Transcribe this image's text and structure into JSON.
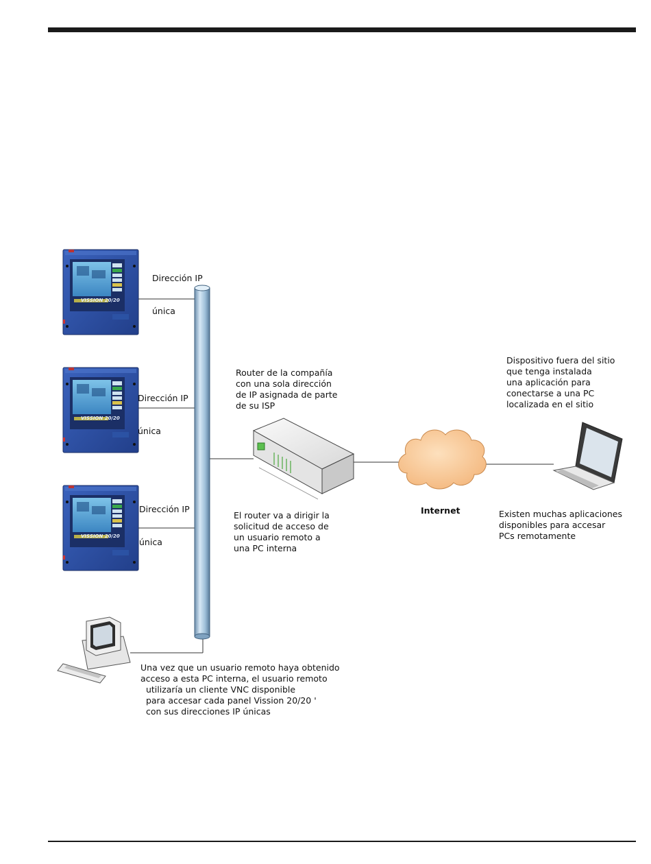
{
  "device_labels": [
    {
      "line1": "Dirección IP",
      "line2": "única"
    },
    {
      "line1": "Dirección IP",
      "line2": "única"
    },
    {
      "line1": "Dirección IP",
      "line2": "única"
    }
  ],
  "panel_brand": "VISSION 20/20",
  "router_label": "Router de la compañía\ncon una sola dirección\nde IP asignada de parte\nde su ISP",
  "router_note": "El router va a dirigir la\nsolicitud de acceso de\nun usuario remoto a\nuna PC interna",
  "internet_label": "Internet",
  "remote_device_label": "Dispositivo fuera del sitio\nque tenga instalada\nuna aplicación para\nconectarse a una PC\nlocalizada en el sitio",
  "remote_apps_note": "Existen muchas aplicaciones\ndisponibles para accesar\nPCs remotamente",
  "internal_pc_note": "Una vez que un usuario remoto haya obtenido\nacceso a esta PC interna, el usuario remoto\n  utilizaría un cliente VNC disponible\n  para accesar cada panel Vission 20/20 '\n  con sus direcciones IP únicas",
  "colors": {
    "panel_blue": "#2c4fa3",
    "backbone_blue": "#a9c8e0",
    "cloud_orange": "#f7c89a",
    "router_white": "#f0f0f0"
  }
}
